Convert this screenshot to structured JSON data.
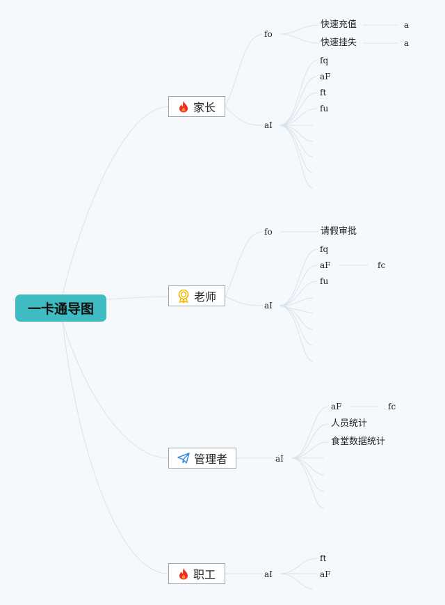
{
  "root": {
    "label": "一卡通导图"
  },
  "branches": {
    "parent": {
      "label": "家长",
      "icon": "flame-icon",
      "fo": "fo",
      "fo_children": [
        "快速充值",
        "快速挂失"
      ],
      "fo_leaf": [
        "a",
        "a"
      ],
      "al": "aI",
      "al_children": [
        "fq",
        "aF",
        "ft",
        "fu"
      ]
    },
    "teacher": {
      "label": "老师",
      "icon": "medal-icon",
      "fo": "fo",
      "fo_children": [
        "请假审批"
      ],
      "al": "aI",
      "al_children": [
        "fq",
        "aF",
        "fu"
      ],
      "af_leaf": "fc"
    },
    "admin": {
      "label": "管理者",
      "icon": "paper-plane-icon",
      "al": "aI",
      "al_children": [
        "aF",
        "人员统计",
        "食堂数据统计"
      ],
      "af_leaf": "fc"
    },
    "staff": {
      "label": "职工",
      "icon": "flame-icon",
      "al": "aI",
      "al_children": [
        "ft",
        "aF"
      ]
    }
  },
  "colors": {
    "root_bg": "#3fbcc2",
    "link": "#d9e3ec",
    "flame": "#e8311f",
    "medal": "#f2b705",
    "plane": "#3a8ee6"
  }
}
